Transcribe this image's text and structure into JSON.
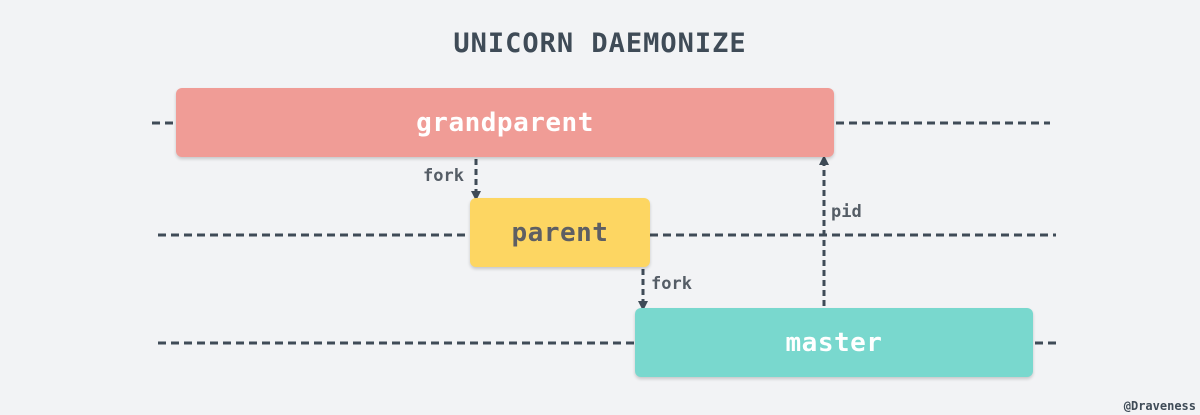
{
  "title": "UNICORN DAEMONIZE",
  "processes": {
    "grandparent": "grandparent",
    "parent": "parent",
    "master": "master"
  },
  "edges": {
    "fork_grandparent_to_parent": "fork",
    "fork_parent_to_master": "fork",
    "pid_master_to_grandparent": "pid"
  },
  "watermark": "@Draveness",
  "colors": {
    "background": "#f2f3f5",
    "grandparent": "#f09c96",
    "parent": "#fdd662",
    "master": "#79d8ce",
    "line": "#3f4b57"
  }
}
